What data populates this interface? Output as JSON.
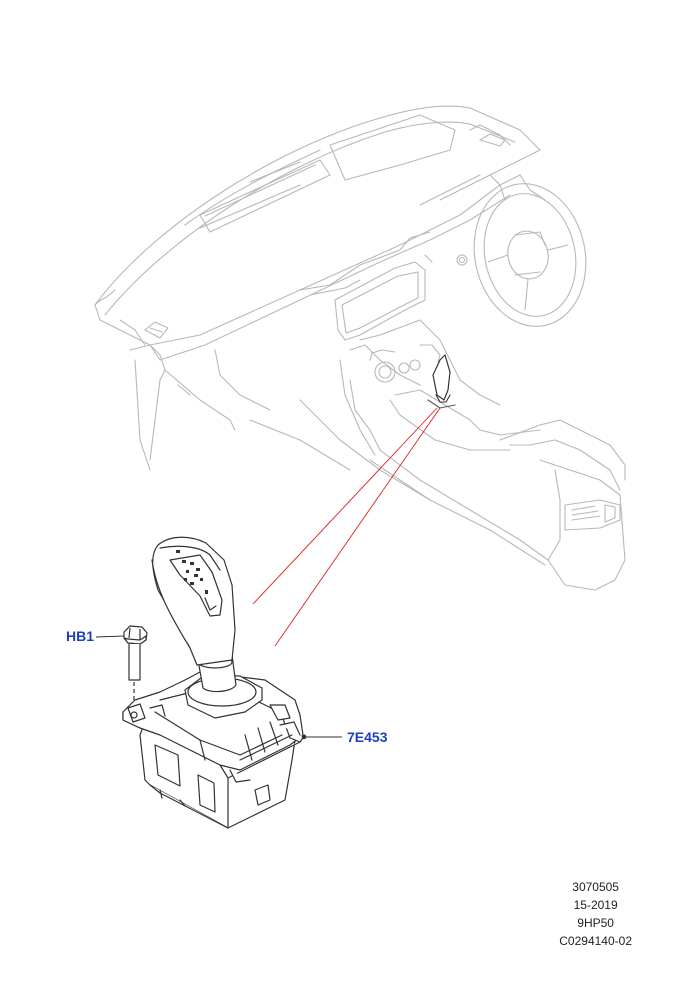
{
  "callouts": {
    "bolt": "HB1",
    "selector": "7E453"
  },
  "reference": {
    "part_number": "3070505",
    "date_code": "15-2019",
    "transmission": "9HP50",
    "illustration_code": "C0294140-02"
  },
  "colors": {
    "callout_text": "#1f3fbf",
    "leader_line": "#e02020",
    "outline_light": "#b8b8b8",
    "outline_dark": "#333333"
  },
  "icons": {
    "dashboard": "vehicle-dashboard-illustration",
    "selector": "gear-selector-illustration",
    "bolt": "hex-bolt-illustration"
  }
}
